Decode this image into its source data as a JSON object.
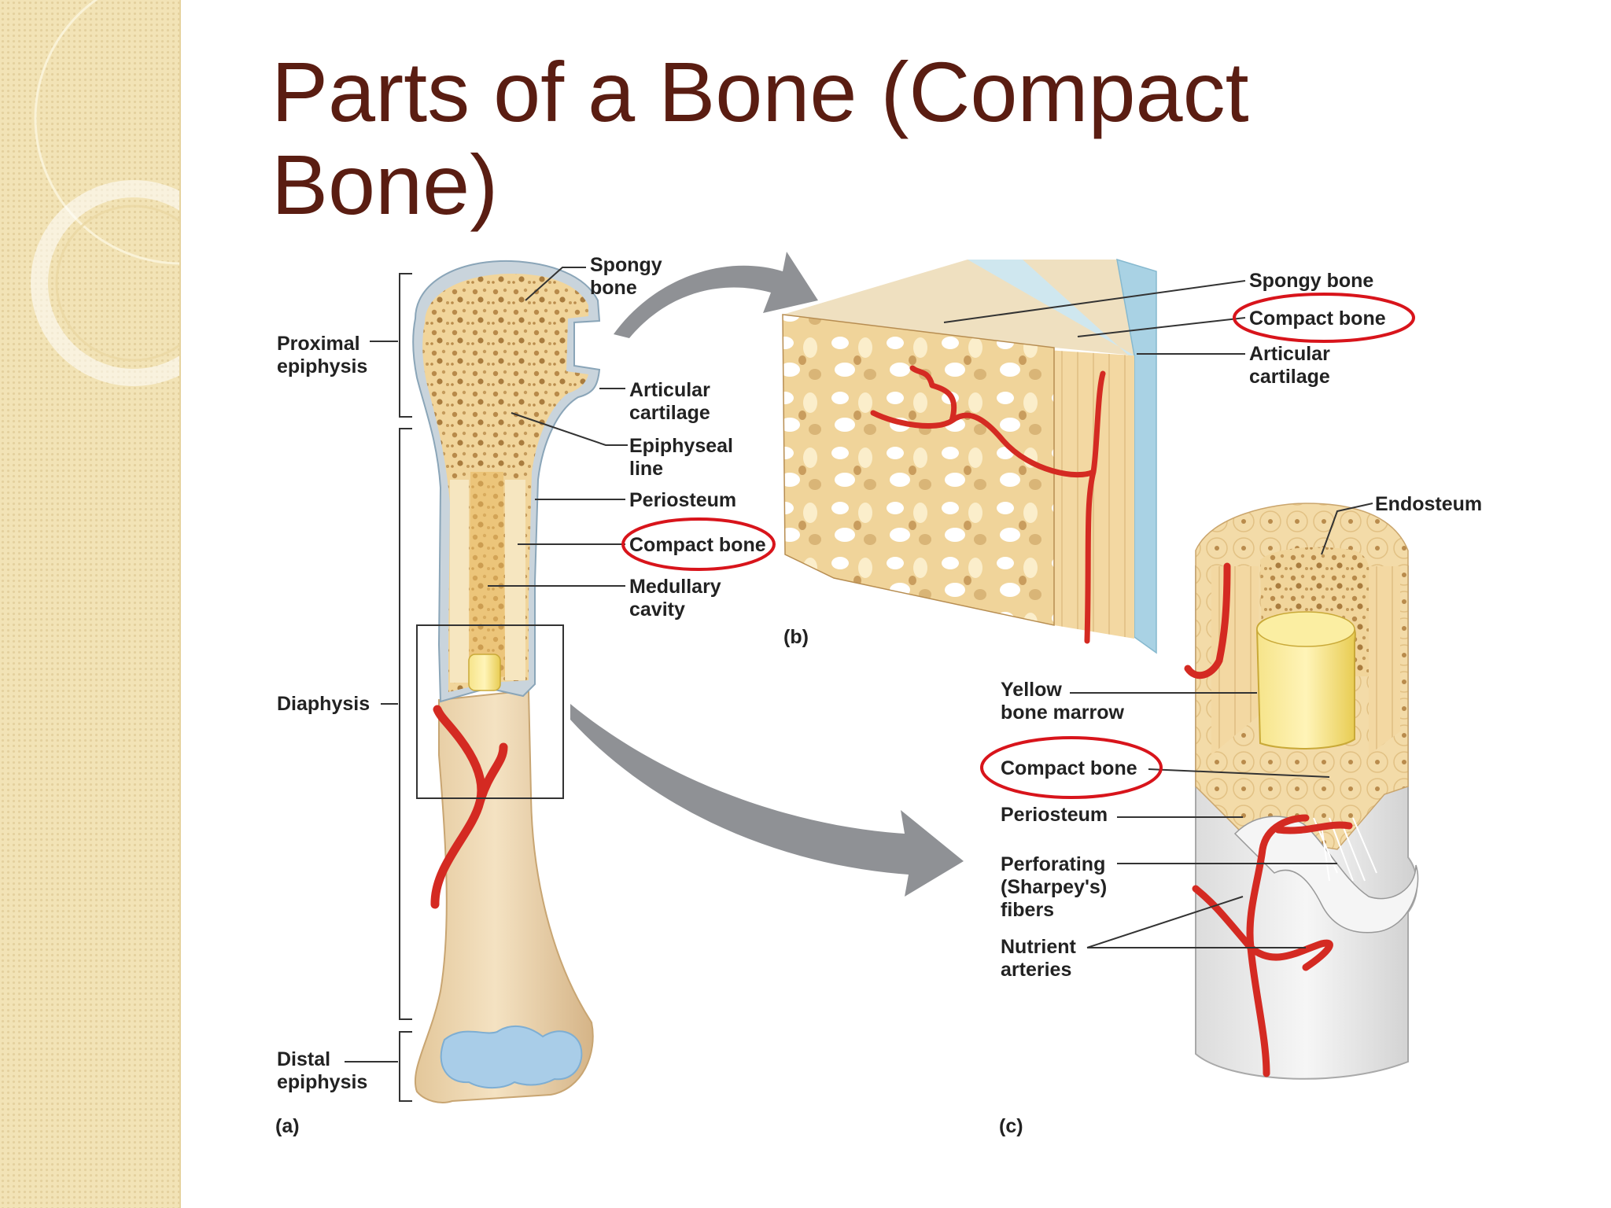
{
  "slide": {
    "title_line1": "Parts of a Bone (Compact",
    "title_line2": "Bone)"
  },
  "figure": {
    "panel_a": {
      "tag": "(a)",
      "left_labels": {
        "proximal_1": "Proximal",
        "proximal_2": "epiphysis",
        "diaphysis": "Diaphysis",
        "distal_1": "Distal",
        "distal_2": "epiphysis"
      },
      "right_labels": {
        "spongy_1": "Spongy",
        "spongy_2": "bone",
        "articular_1": "Articular",
        "articular_2": "cartilage",
        "epiphyseal_1": "Epiphyseal",
        "epiphyseal_2": "line",
        "periosteum": "Periosteum",
        "compact": "Compact bone",
        "medullary_1": "Medullary",
        "medullary_2": "cavity"
      }
    },
    "panel_b": {
      "tag": "(b)",
      "labels": {
        "spongy": "Spongy bone",
        "compact": "Compact bone",
        "articular_1": "Articular",
        "articular_2": "cartilage"
      }
    },
    "panel_c": {
      "tag": "(c)",
      "labels": {
        "endosteum": "Endosteum",
        "yellow_1": "Yellow",
        "yellow_2": "bone marrow",
        "compact": "Compact bone",
        "periosteum": "Periosteum",
        "perforating_1": "Perforating",
        "perforating_2": "(Sharpey's)",
        "perforating_3": "fibers",
        "nutrient_1": "Nutrient",
        "nutrient_2": "arteries"
      }
    },
    "highlight_color": "#d8141b",
    "colors": {
      "bone": "#f3d9a0",
      "cartilage": "#a9cde8",
      "artery": "#d42a22",
      "title": "#5a1d12"
    }
  }
}
